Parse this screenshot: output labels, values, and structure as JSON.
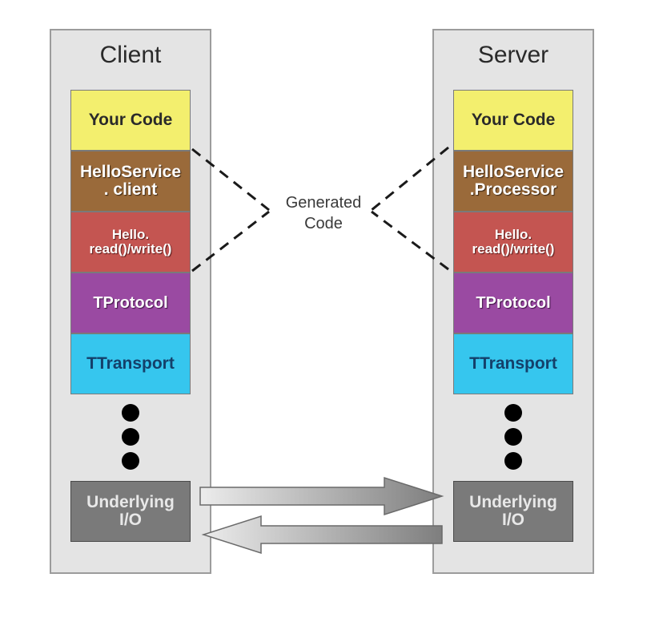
{
  "client": {
    "title": "Client",
    "your_code": "Your Code",
    "service": "HelloService\n. client",
    "hello": "Hello.\nread()/write()",
    "protocol": "TProtocol",
    "transport": "TTransport",
    "underlying_io": "Underlying\nI/O"
  },
  "server": {
    "title": "Server",
    "your_code": "Your Code",
    "service": "HelloService\n.Processor",
    "hello": "Hello.\nread()/write()",
    "protocol": "TProtocol",
    "transport": "TTransport",
    "underlying_io": "Underlying\nI/O"
  },
  "generated_code_label": "Generated\nCode",
  "colors": {
    "your_code": "#f3ef6e",
    "service": "#9a6a3a",
    "hello": "#c45551",
    "protocol": "#9a4aa2",
    "transport": "#36c6ee",
    "underlying_io": "#7a7a7a"
  }
}
